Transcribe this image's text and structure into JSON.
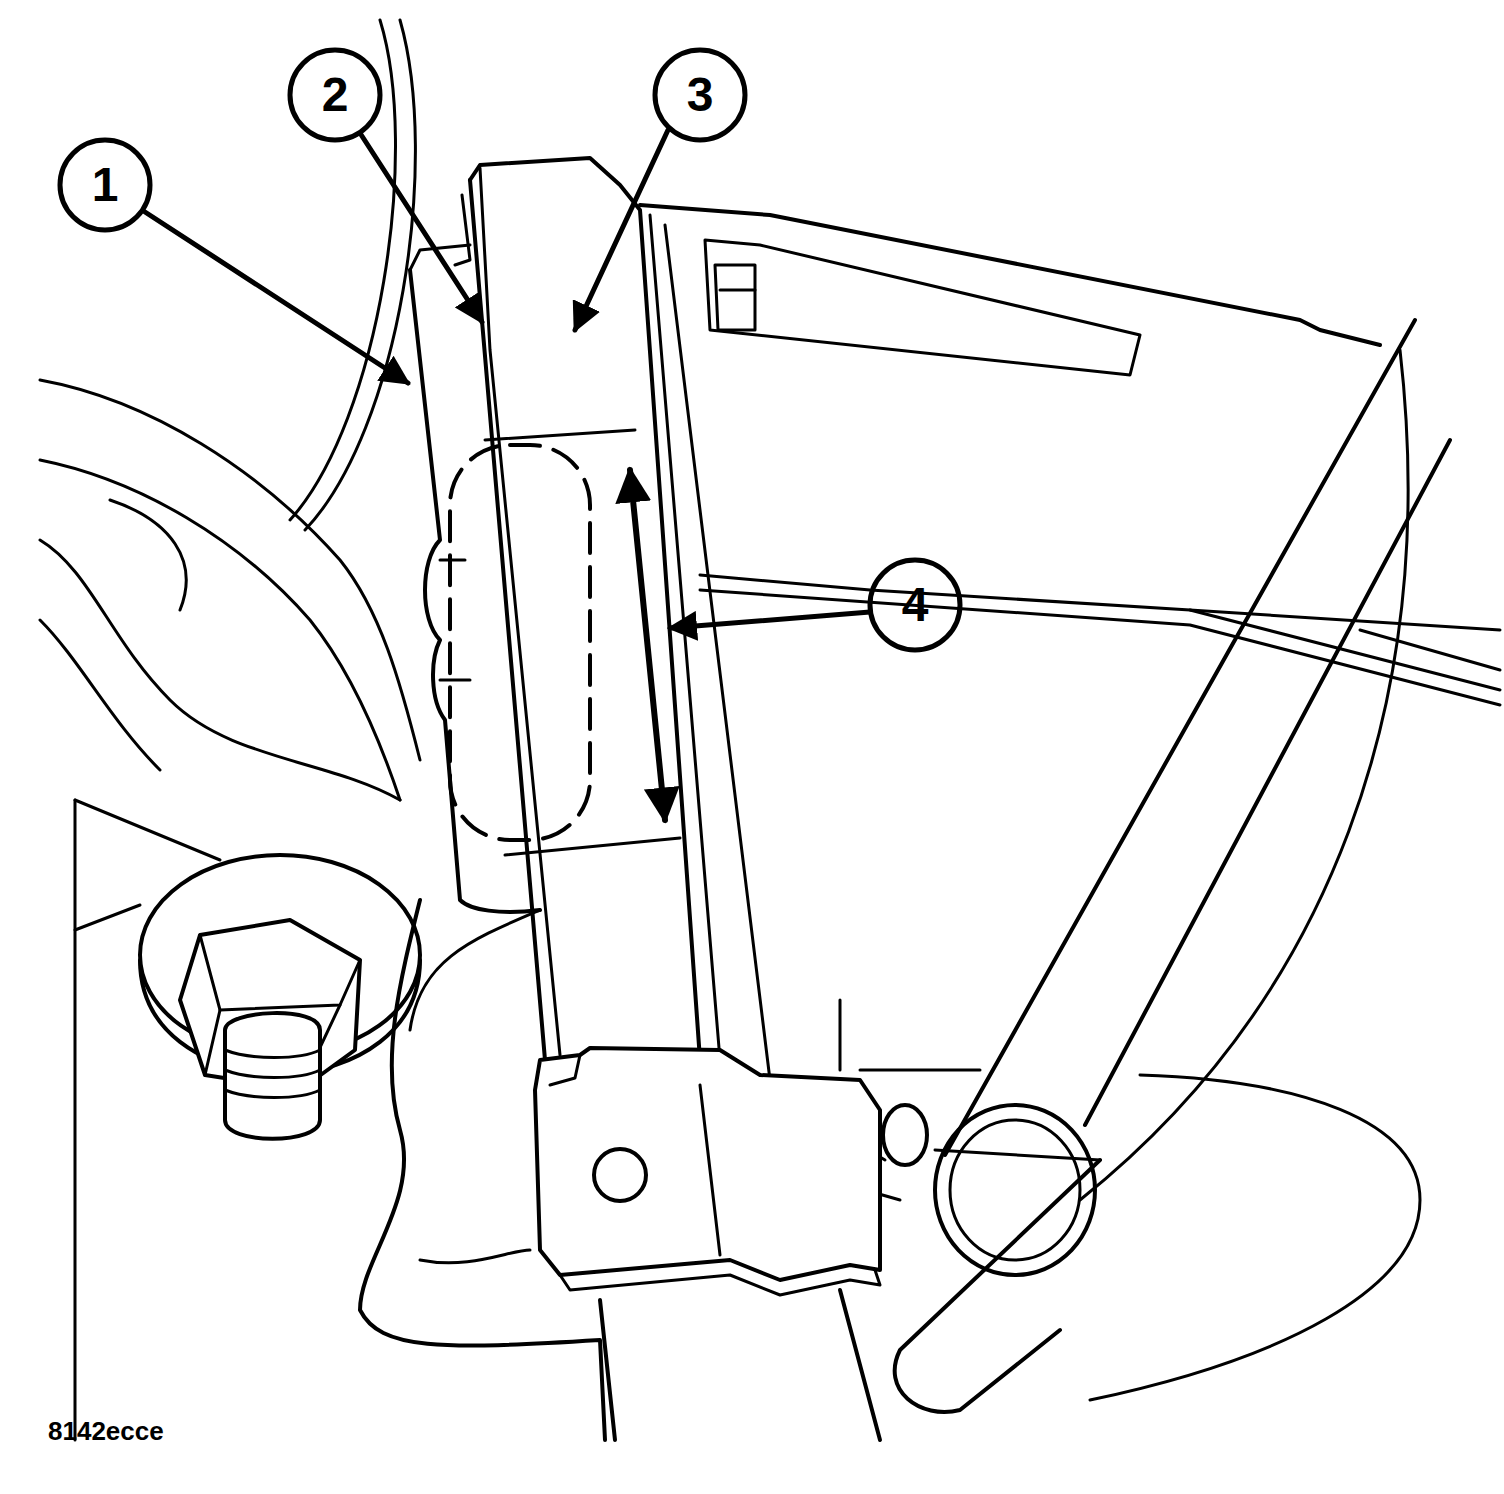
{
  "diagram": {
    "labels": [
      "1",
      "2",
      "3",
      "4",
      "8142ecce"
    ]
  }
}
